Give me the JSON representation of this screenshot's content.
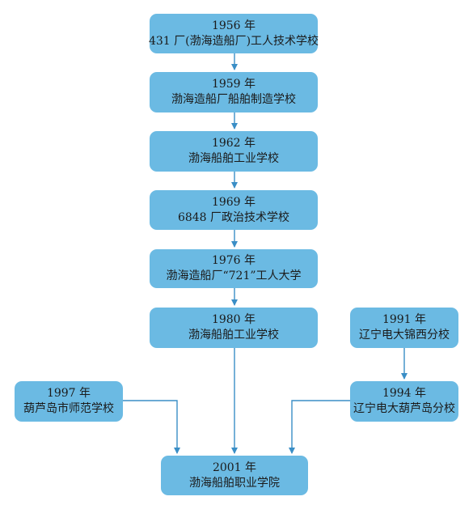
{
  "nodes": {
    "n1956": {
      "year": "1956 年",
      "name": "431 厂(渤海造船厂)工人技术学校"
    },
    "n1959": {
      "year": "1959 年",
      "name": "渤海造船厂船舶制造学校"
    },
    "n1962": {
      "year": "1962 年",
      "name": "渤海船舶工业学校"
    },
    "n1969": {
      "year": "1969 年",
      "name": "6848 厂政治技术学校"
    },
    "n1976": {
      "year": "1976 年",
      "name": "渤海造船厂“721”工人大学"
    },
    "n1980": {
      "year": "1980 年",
      "name": "渤海船舶工业学校"
    },
    "n1991": {
      "year": "1991 年",
      "name": "辽宁电大锦西分校"
    },
    "n1994": {
      "year": "1994 年",
      "name": "辽宁电大葫芦岛分校"
    },
    "n1997": {
      "year": "1997 年",
      "name": "葫芦岛市师范学校"
    },
    "n2001": {
      "year": "2001 年",
      "name": "渤海船舶职业学院"
    }
  },
  "colors": {
    "node_fill": "#6bbae3",
    "arrow": "#3a8ec6",
    "text": "#1b1b1b"
  }
}
